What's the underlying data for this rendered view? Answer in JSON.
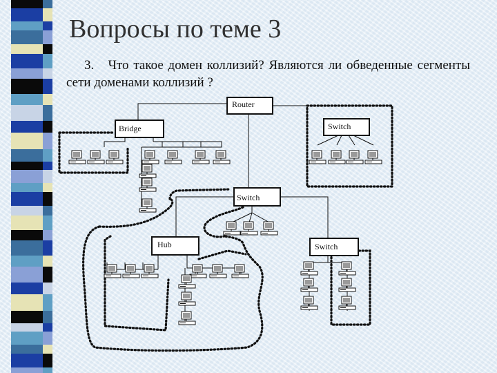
{
  "slide": {
    "title": "Вопросы по теме 3",
    "question_number": "3.",
    "question_text": "Что такое домен коллизий? Являются ли обведенные сегменты сети доменами коллизий ?"
  },
  "diagram": {
    "devices": {
      "router": "Router",
      "bridge": "Bridge",
      "switch_top_right": "Switch",
      "switch_center": "Switch",
      "hub": "Hub",
      "switch_bottom_right": "Switch"
    }
  },
  "colors": {
    "background": "#e9f1f8",
    "title": "#303030",
    "line": "#111111",
    "stripe": [
      "#0a0a0a",
      "#1b3ea3",
      "#5f9fc4",
      "#e6e3b5",
      "#8aa0d6",
      "#3b6e9c",
      "#c8d4e6"
    ]
  }
}
